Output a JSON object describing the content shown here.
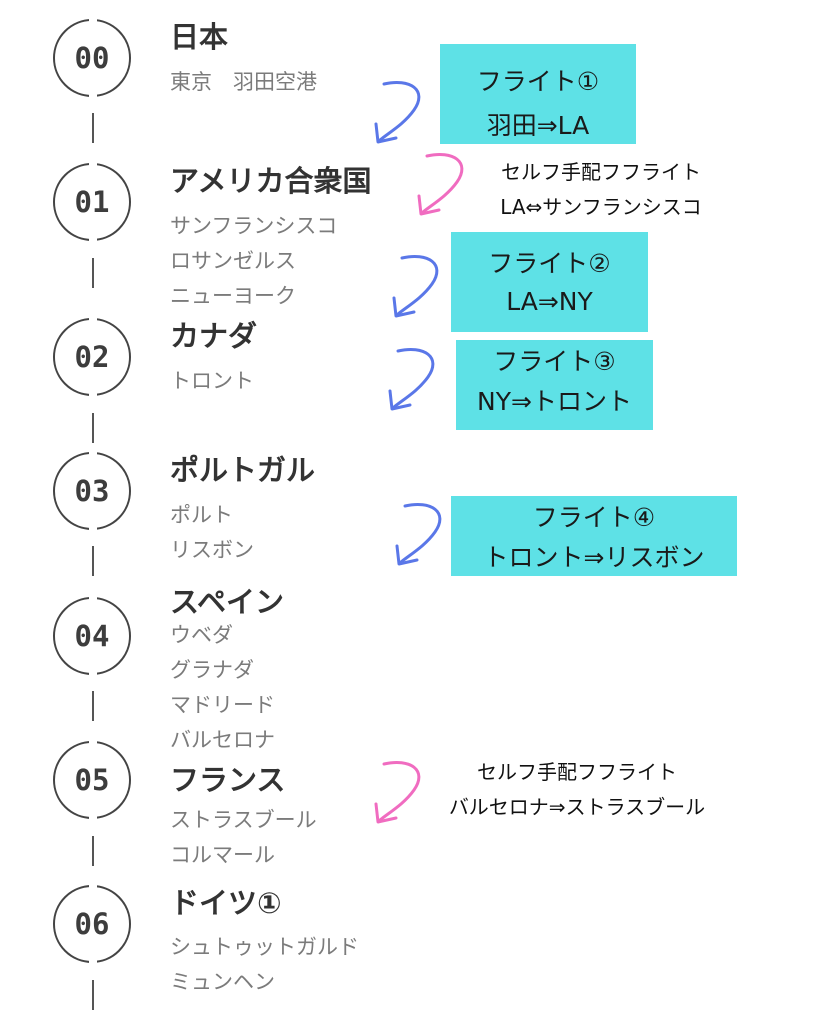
{
  "stops": [
    {
      "number": "00",
      "country": "日本",
      "cities": [
        "東京　羽田空港"
      ]
    },
    {
      "number": "01",
      "country": "アメリカ合衆国",
      "cities": [
        "サンフランシスコ",
        "ロサンゼルス",
        "ニューヨーク"
      ]
    },
    {
      "number": "02",
      "country": "カナダ",
      "cities": [
        "トロント"
      ]
    },
    {
      "number": "03",
      "country": "ポルトガル",
      "cities": [
        "ポルト",
        "リスボン"
      ]
    },
    {
      "number": "04",
      "country": "スペイン",
      "cities": [
        "ウベダ",
        "グラナダ",
        "マドリード",
        "バルセロナ"
      ]
    },
    {
      "number": "05",
      "country": "フランス",
      "cities": [
        "ストラスブール",
        "コルマール"
      ]
    },
    {
      "number": "06",
      "country": "ドイツ①",
      "cities": [
        "シュトゥットガルド",
        "ミュンヘン"
      ]
    }
  ],
  "flights": [
    {
      "title": "フライト①",
      "route": "羽田⇒LA"
    },
    {
      "title": "フライト②",
      "route": "LA⇒NY"
    },
    {
      "title": "フライト③",
      "route": "NY⇒トロント"
    },
    {
      "title": "フライト④",
      "route": "トロント⇒リスボン"
    }
  ],
  "self_arranged": [
    {
      "title": "セルフ手配フフライト",
      "route": "LA⇔サンフランシスコ"
    },
    {
      "title": "セルフ手配フフライト",
      "route": "バルセロナ⇒ストラスブール"
    }
  ],
  "colors": {
    "flight_box": "#5ee1e6",
    "flight_arrow": "#5a77e8",
    "self_arrow": "#f06cc0",
    "timeline": "#444444",
    "country_text": "#333333",
    "city_text": "#7b7b7b"
  }
}
